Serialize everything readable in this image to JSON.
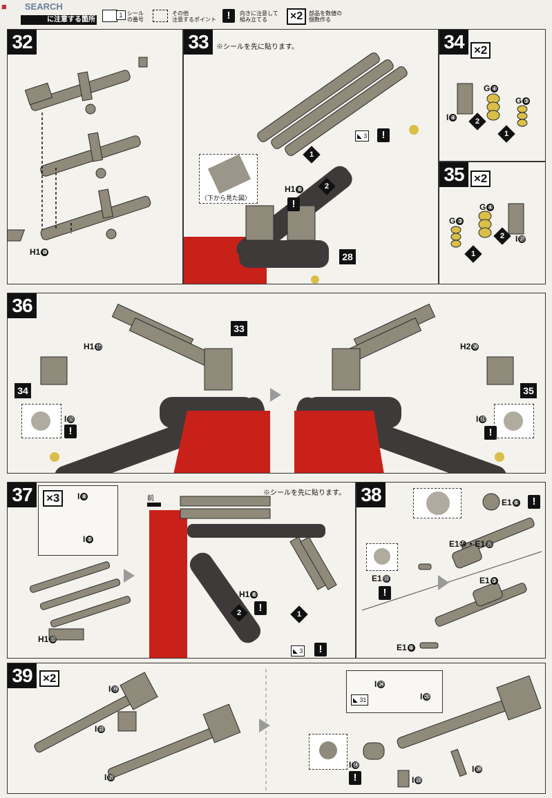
{
  "header": {
    "logo_text": "SEARCH",
    "title": "に注意する箇所",
    "legend": [
      {
        "icon": "sticker-icon",
        "num": "1",
        "text_line1": "シール",
        "text_line2": "の番号"
      },
      {
        "icon": "dashed-mark-icon",
        "text_line1": "その他",
        "text_line2": "注意するポイント"
      },
      {
        "icon": "exclamation-icon",
        "symbol": "!",
        "text_line1": "向きに注意して",
        "text_line2": "組み立てる"
      },
      {
        "icon": "multiply-icon",
        "symbol": "×2",
        "text_line1": "部品を数値の",
        "text_line2": "個数作る"
      }
    ]
  },
  "steps": {
    "s32": {
      "num": "32",
      "labels": {
        "h1": "H1",
        "h1c": "⑩"
      }
    },
    "s33": {
      "num": "33",
      "note": "※シールを先に貼ります。",
      "inset_caption": "〈下から見た図〉",
      "labels": {
        "h1": "H1",
        "h1c": "⑥",
        "sticker": "3",
        "ref": "28",
        "s1": "1",
        "s2": "2"
      }
    },
    "s34": {
      "num": "34",
      "mult": "×2",
      "labels": {
        "g4": "G",
        "g4c": "④",
        "g3": "G",
        "g3c": "③",
        "i4": "I",
        "i4c": "④",
        "s1": "1",
        "s2": "2"
      }
    },
    "s35": {
      "num": "35",
      "mult": "×2",
      "labels": {
        "g4": "G",
        "g4c": "④",
        "g3": "G",
        "g3c": "③",
        "i27": "I",
        "i27c": "㉗",
        "s1": "1",
        "s2": "2"
      }
    },
    "s36": {
      "num": "36",
      "labels": {
        "h1": "H1",
        "h1c": "⑰",
        "h2": "H2",
        "h2c": "⑳",
        "ref33": "33",
        "ref34": "34",
        "ref35": "35",
        "i12a": "I",
        "i12ac": "⑫",
        "i12b": "I",
        "i12bc": "⑫"
      }
    },
    "s37": {
      "num": "37",
      "mult": "×3",
      "front": "前",
      "note": "※シールを先に貼ります。",
      "labels": {
        "i6": "I",
        "i6c": "⑥",
        "i5": "I",
        "i5c": "⑤",
        "h1": "H1",
        "h1c": "⑫",
        "h16": "H1",
        "h16c": "⑥",
        "sticker": "3",
        "s1": "1",
        "s2": "2"
      }
    },
    "s38": {
      "num": "38",
      "labels": {
        "e16": "E1",
        "e16c": "⑥",
        "e10": "E1⑩・E1",
        "e10c": "⑪",
        "e13a": "E1",
        "e13ac": "⑬",
        "e13b": "E1",
        "e13bc": "③",
        "e8": "E1",
        "e8c": "⑧"
      }
    },
    "s39": {
      "num": "39",
      "mult": "×2",
      "labels": {
        "i19": "I",
        "i19c": "⑲",
        "i22": "I",
        "i22c": "㉒",
        "i21": "I",
        "i21c": "㉑",
        "i24": "I",
        "i24c": "㉔",
        "i25": "I",
        "i25c": "㉕",
        "sticker": "31",
        "i18": "I",
        "i18c": "⑱",
        "i23": "I",
        "i23c": "㉓",
        "i20": "I",
        "i20c": "⑳"
      }
    }
  },
  "colors": {
    "part_gray": "#8f8a7a",
    "part_dark": "#3d3a39",
    "part_red": "#c8211a",
    "part_yellow": "#d9bf4a",
    "panel_bg": "#f4f2ec"
  }
}
